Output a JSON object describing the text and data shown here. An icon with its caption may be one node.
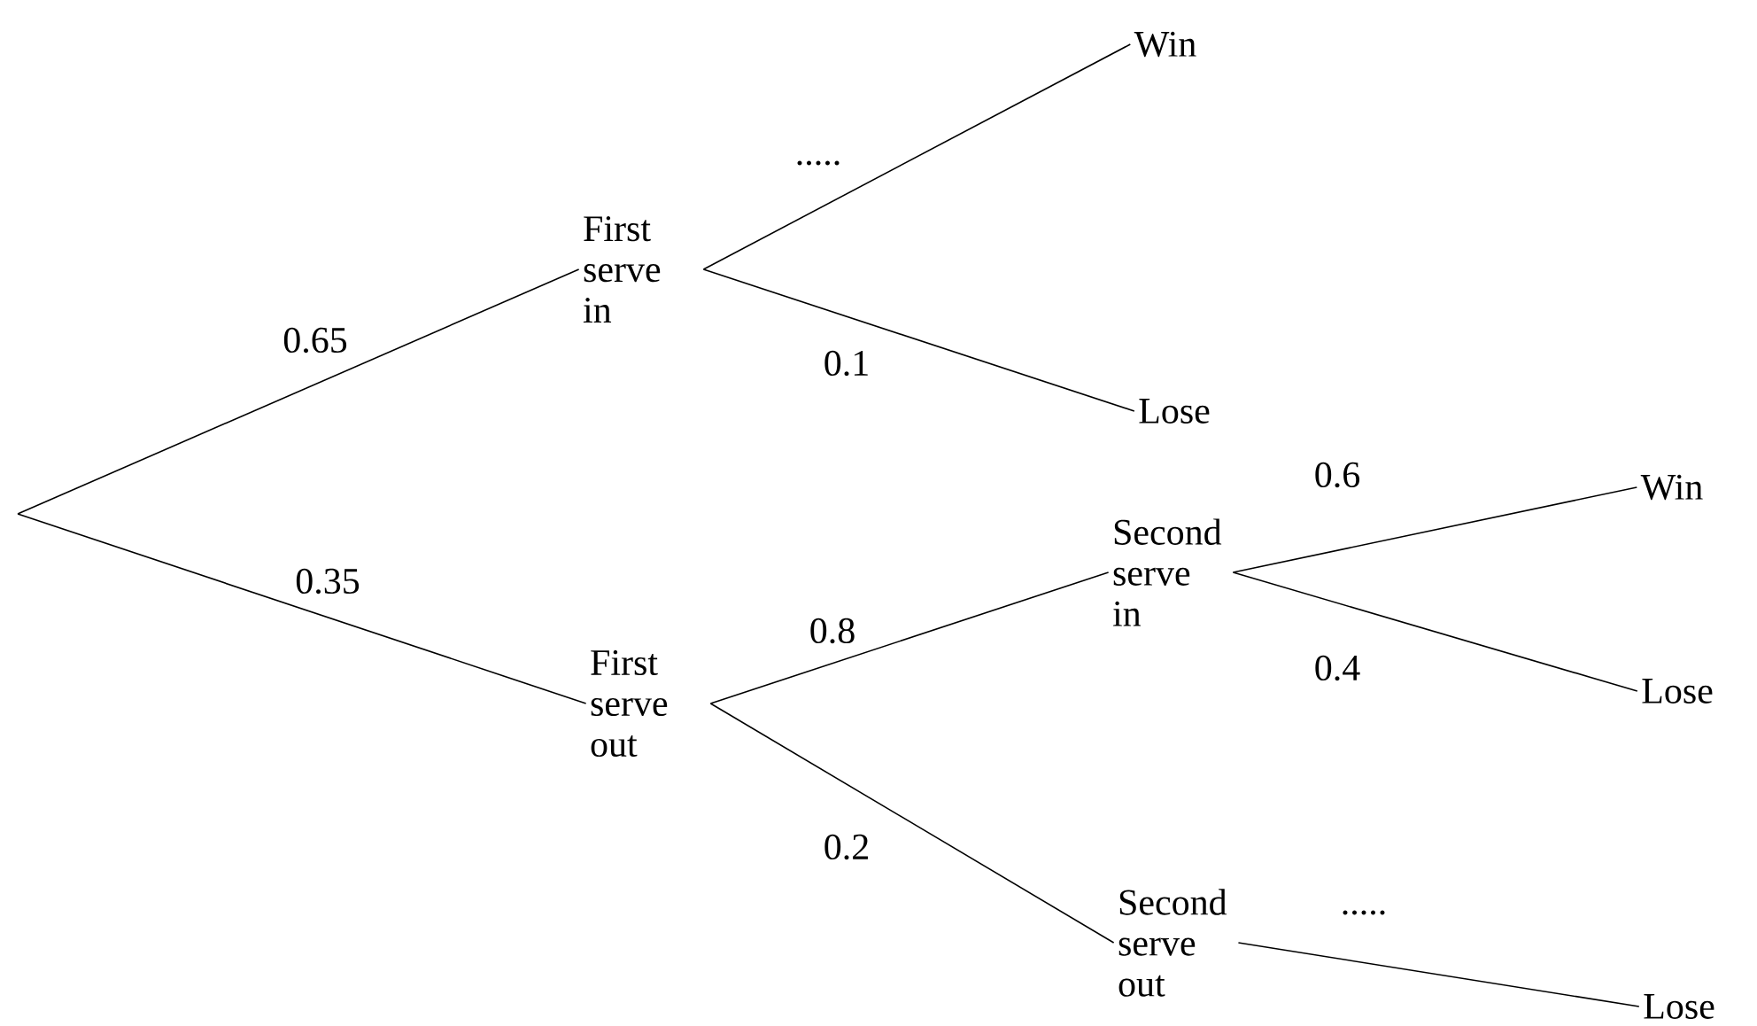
{
  "diagram": {
    "nodes": [
      {
        "text": [
          "First serve in"
        ]
      },
      {
        "text": [
          "Win"
        ]
      },
      {
        "text": [
          "Lose"
        ]
      },
      {
        "text": [
          "First serve out"
        ]
      },
      {
        "text": [
          "Second serve in"
        ]
      },
      {
        "text": [
          "Win"
        ]
      },
      {
        "text": [
          "Lose"
        ]
      },
      {
        "text": [
          "Second serve out"
        ]
      },
      {
        "text": [
          "Lose"
        ]
      }
    ],
    "edges": [
      {
        "from": null,
        "to": 0,
        "arrow": "none",
        "label": "0.65"
      },
      {
        "from": null,
        "to": 3,
        "arrow": "none",
        "label": "0.35"
      },
      {
        "from": 0,
        "to": 1,
        "arrow": "none",
        "label": "....."
      },
      {
        "from": 0,
        "to": 2,
        "arrow": "none",
        "label": "0.1"
      },
      {
        "from": 3,
        "to": 4,
        "arrow": "none",
        "label": "0.8"
      },
      {
        "from": 3,
        "to": 7,
        "arrow": "none",
        "label": "0.2"
      },
      {
        "from": 4,
        "to": 5,
        "arrow": "none",
        "label": "0.6"
      },
      {
        "from": 4,
        "to": 6,
        "arrow": "none",
        "label": "0.4"
      },
      {
        "from": 7,
        "to": 8,
        "arrow": "none",
        "label": "....."
      }
    ]
  }
}
